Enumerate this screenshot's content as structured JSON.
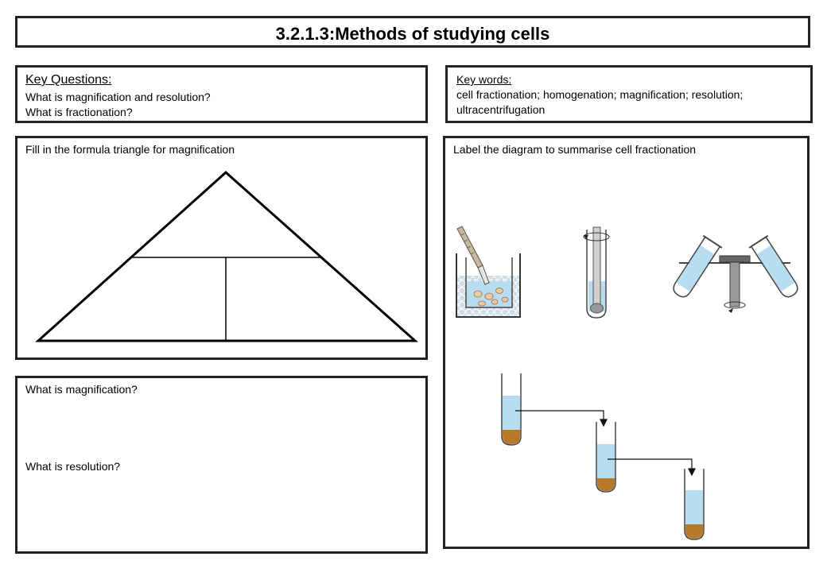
{
  "title": "3.2.1.3:Methods of studying cells",
  "key_questions": {
    "heading": "Key Questions:",
    "items": [
      "What is magnification and resolution?",
      "What is fractionation?"
    ]
  },
  "key_words": {
    "heading": "Key words:",
    "text": "cell fractionation; homogenation; magnification; resolution; ultracentrifugation"
  },
  "triangle_panel": {
    "prompt": "Fill in the formula triangle for magnification"
  },
  "fractionation_panel": {
    "prompt": "Label the diagram to summarise cell fractionation"
  },
  "definitions_panel": {
    "q1": "What is magnification?",
    "q2": "What is resolution?"
  },
  "colors": {
    "border": "#222222",
    "liquid": "#b8dcf0",
    "pellet": "#b87a2a",
    "ice": "#dce8f0",
    "blade": "#c8b89a"
  }
}
